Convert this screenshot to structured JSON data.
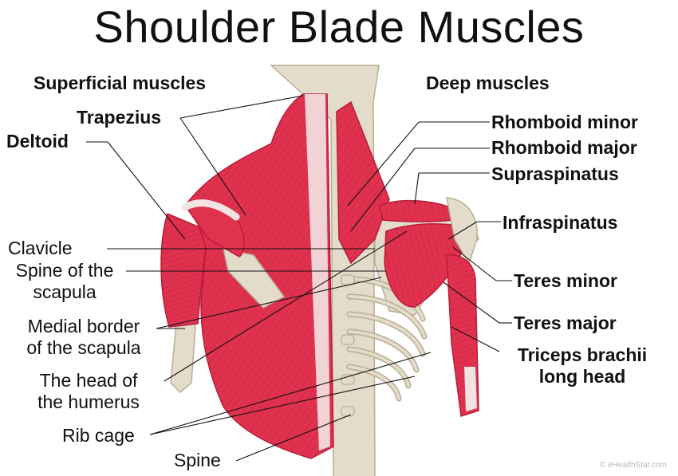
{
  "title": "Shoulder Blade Muscles",
  "headings": {
    "superficial": "Superficial muscles",
    "deep": "Deep muscles"
  },
  "labels": {
    "trapezius": "Trapezius",
    "deltoid": "Deltoid",
    "clavicle": "Clavicle",
    "spine_scapula_1": "Spine of the",
    "spine_scapula_2": "scapula",
    "medial_border_1": "Medial border",
    "medial_border_2": "of the scapula",
    "head_humerus_1": "The head of",
    "head_humerus_2": "the humerus",
    "rib_cage": "Rib cage",
    "spine": "Spine",
    "rhomboid_minor": "Rhomboid minor",
    "rhomboid_major": "Rhomboid major",
    "supraspinatus": "Supraspinatus",
    "infraspinatus": "Infraspinatus",
    "teres_minor": "Teres minor",
    "teres_major": "Teres major",
    "triceps_1": "Triceps brachii",
    "triceps_2": "long head"
  },
  "credit": "© eHealthStar.com",
  "colors": {
    "muscle": "#e0324f",
    "muscle_dark": "#b81c3a",
    "bone": "#e4dccb",
    "bone_edge": "#b9ad93",
    "tendon": "#f3e4e4"
  }
}
